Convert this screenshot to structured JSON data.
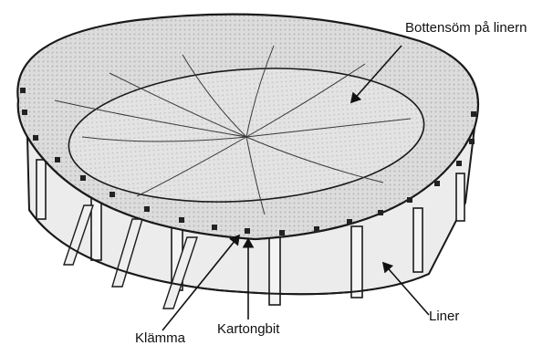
{
  "labels": {
    "bottom_seam": "Bottensöm på linern",
    "liner": "Liner",
    "clamp": "Klämma",
    "cardboard": "Kartongbit"
  },
  "colors": {
    "ink": "#1a1a1a",
    "cover_fill": "#d9d9d9",
    "wall_fill": "#ededed",
    "background": "#ffffff"
  },
  "icons": {
    "pool": "oval-above-ground-pool-with-net-cover"
  }
}
